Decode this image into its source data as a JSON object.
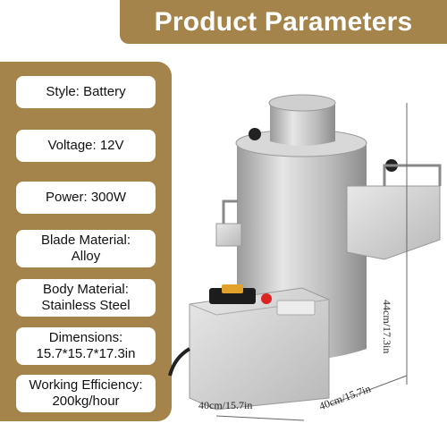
{
  "header": {
    "title": "Product Parameters"
  },
  "specs": [
    {
      "text": "Style: Battery"
    },
    {
      "text": "Voltage: 12V"
    },
    {
      "text": "Power: 300W"
    },
    {
      "text": "Blade Material:\nAlloy"
    },
    {
      "text": "Body Material:\nStainless Steel"
    },
    {
      "text": "Dimensions:\n15.7*15.7*17.3in"
    },
    {
      "text": "Working Efficiency:\n200kg/hour"
    }
  ],
  "dimensions": {
    "height": "44cm/17.3in",
    "width": "40cm/15.7in",
    "depth": "40cm/15.7in"
  },
  "colors": {
    "accent": "#a5844c",
    "steel": "#c9c9c9"
  }
}
